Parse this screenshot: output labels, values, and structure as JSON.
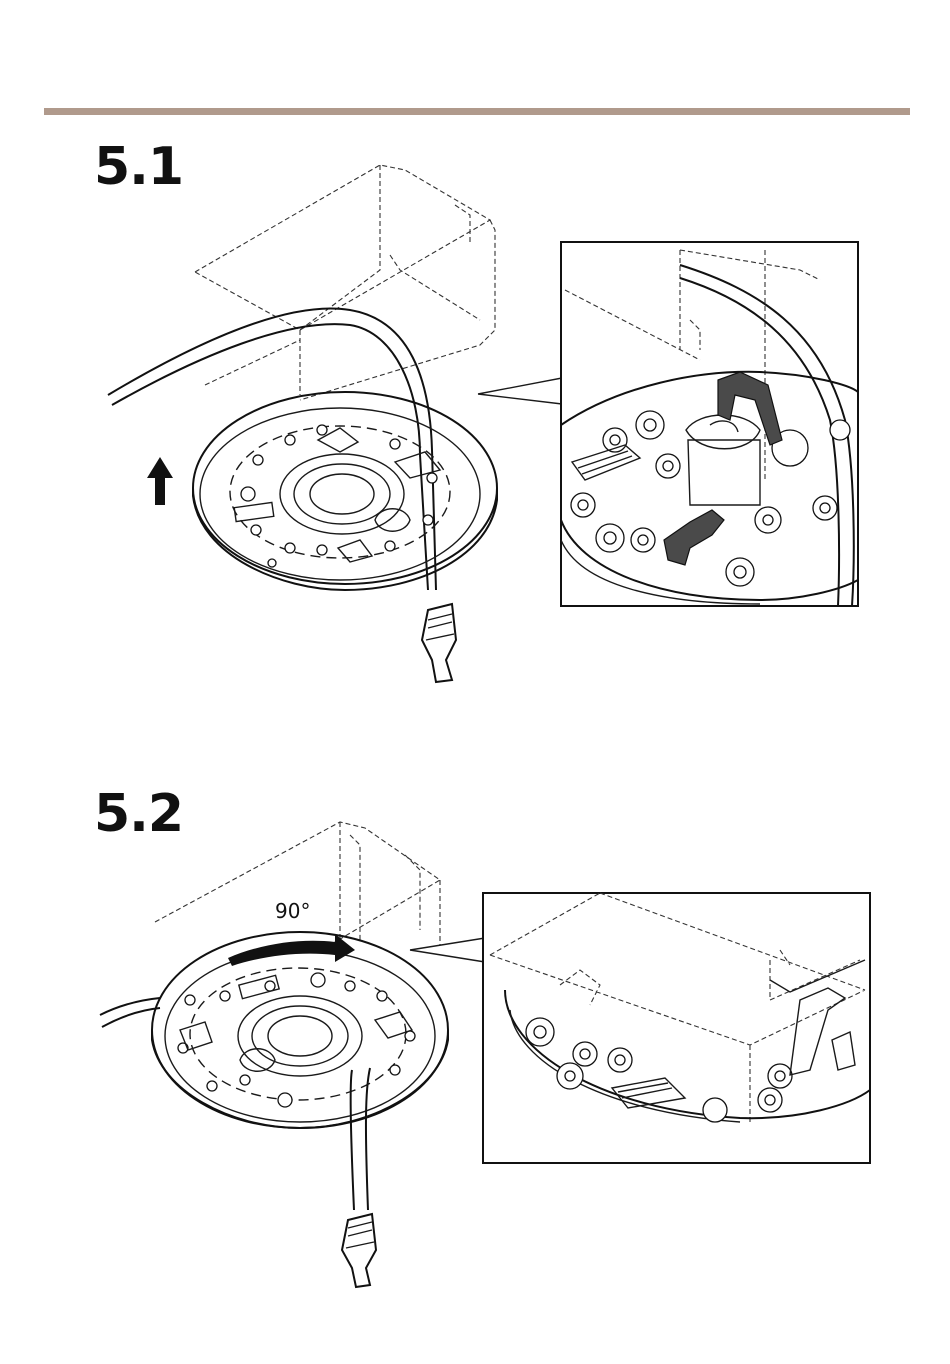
{
  "steps": [
    {
      "number": "5.1"
    },
    {
      "number": "5.2",
      "rotation_label": "90°"
    }
  ],
  "colors": {
    "rule": "#b09a8c",
    "line_art": "#111111",
    "highlight_part": "#4a4a4a"
  },
  "icons": [
    "up-arrow-icon",
    "rotate-arrow-icon",
    "network-connector-icon"
  ]
}
